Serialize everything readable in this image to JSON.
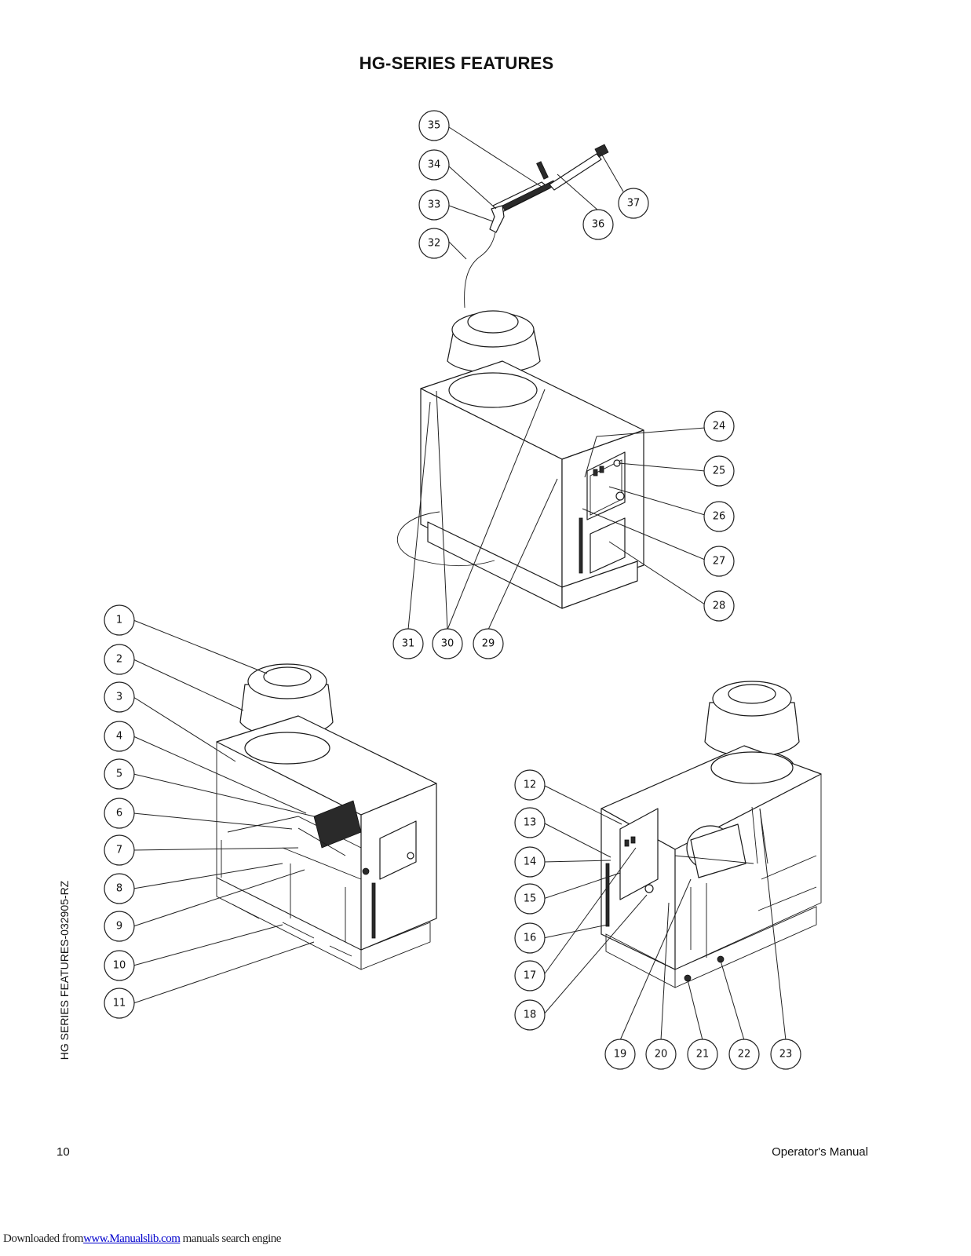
{
  "page": {
    "title": "HG-SERIES FEATURES",
    "side_label": "HG SERIES FEATURES-032905-RZ",
    "page_number": "10",
    "manual_label": "Operator's Manual"
  },
  "footer": {
    "prefix": "Downloaded from",
    "link_text": "www.Manualslib.com",
    "suffix": " manuals search engine"
  },
  "callouts": [
    "1",
    "2",
    "3",
    "4",
    "5",
    "6",
    "7",
    "8",
    "9",
    "10",
    "11",
    "12",
    "13",
    "14",
    "15",
    "16",
    "17",
    "18",
    "19",
    "20",
    "21",
    "22",
    "23",
    "24",
    "25",
    "26",
    "27",
    "28",
    "29",
    "30",
    "31",
    "32",
    "33",
    "34",
    "35",
    "36",
    "37"
  ]
}
